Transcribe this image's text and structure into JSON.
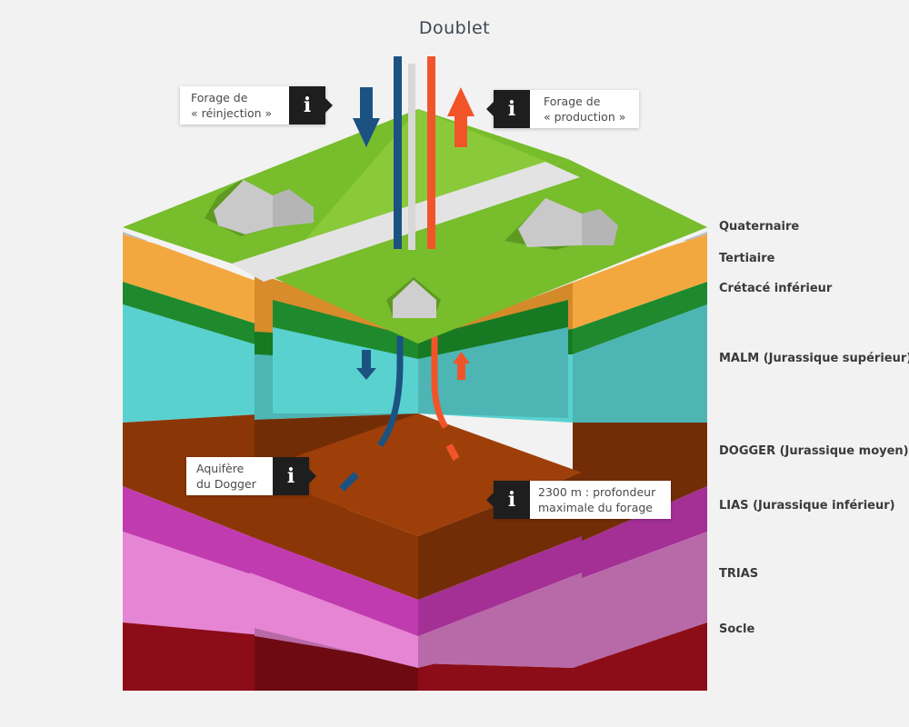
{
  "diagram": {
    "title": "Doublet",
    "layers": [
      {
        "id": "quaternaire",
        "label": "Quaternaire",
        "color": "#c4c4c4"
      },
      {
        "id": "tertiaire",
        "label": "Tertiaire",
        "color": "#f3a83f"
      },
      {
        "id": "cretace",
        "label": "Crétacé inférieur",
        "color": "#1f8a2d"
      },
      {
        "id": "malm",
        "label": "MALM (Jurassique supérieur)",
        "color": "#59d1cf"
      },
      {
        "id": "dogger",
        "label": "DOGGER (Jurassique moyen)",
        "color": "#8b3606"
      },
      {
        "id": "lias",
        "label": "LIAS (Jurassique inférieur)",
        "color": "#c13bb0"
      },
      {
        "id": "trias",
        "label": "TRIAS",
        "color": "#e685d3"
      },
      {
        "id": "socle",
        "label": "Socle",
        "color": "#8c0d18"
      }
    ],
    "surface_color": "#77bd2c",
    "cold_color": "#1b5282",
    "hot_color": "#f2542a",
    "info_cards": [
      {
        "id": "reinjection",
        "lines": [
          "Forage de",
          "« réinjection »"
        ],
        "button_side": "right",
        "icon": "info-icon"
      },
      {
        "id": "production",
        "lines": [
          "Forage de",
          "« production »"
        ],
        "button_side": "left",
        "icon": "info-icon"
      },
      {
        "id": "aquifere",
        "lines": [
          "Aquifère",
          "du Dogger"
        ],
        "button_side": "right",
        "icon": "info-icon"
      },
      {
        "id": "profondeur",
        "lines": [
          "2300 m : profondeur",
          "maximale du forage"
        ],
        "button_side": "left",
        "icon": "info-icon"
      }
    ]
  }
}
